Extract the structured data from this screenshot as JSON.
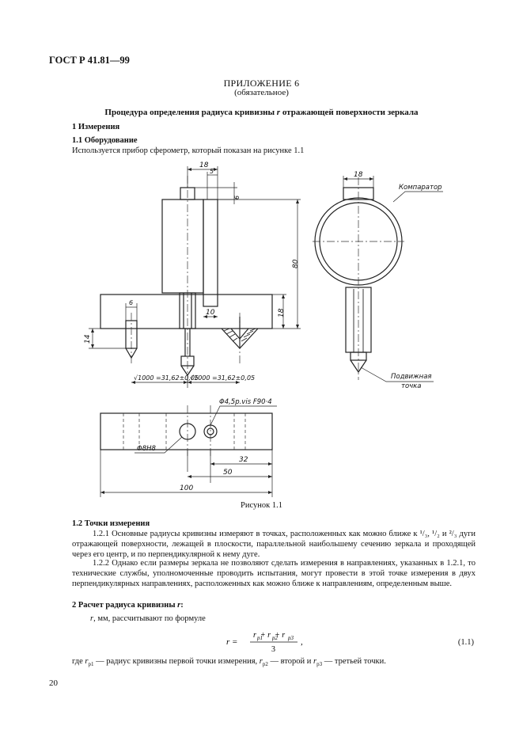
{
  "header": {
    "standard": "ГОСТ Р 41.81—99"
  },
  "appendix": {
    "title": "ПРИЛОЖЕНИЕ 6",
    "subtitle": "(обязательное)"
  },
  "procedure_title_pre": "Процедура определения радиуса кривизны ",
  "procedure_title_var": "r",
  "procedure_title_post": " отражающей поверхности зеркала",
  "section1": {
    "heading": "1 Измерения",
    "sub_heading": "1.1 Оборудование",
    "text": "Используется прибор сферометр, который показан на рисунке 1.1"
  },
  "figure": {
    "dim_18_top": "18",
    "dim_5": "5",
    "dim_6_top": "6",
    "dim_80": "80",
    "dim_18_side": "18",
    "dim_10": "10",
    "dim_6_left": "6",
    "dim_14": "14",
    "dim_sqrt_left": "√1000 =31,62±0,05",
    "dim_sqrt_right": "√1000 =31,62±0,05",
    "dim_18_right": "18",
    "label_comparator": "Компаратор",
    "label_moving_1": "Подвижная",
    "label_moving_2": "точка",
    "hole_small": "Φ4,5p.vis F90·4",
    "hole_large": "Φ8Н8",
    "dim_32": "32",
    "dim_50": "50",
    "dim_100": "100",
    "caption": "Рисунок 1.1"
  },
  "section12": {
    "heading": "1.2 Точки измерения",
    "p1": "1.2.1 Основные радиусы кривизны измеряют в точках, расположенных как можно ближе к ¹/₃, ¹/₂ и ²/₃ дуги отражающей поверхности, лежащей в плоскости, параллельной наибольшему сечению зеркала и проходящей через его центр, и по перпендикулярной к нему дуге.",
    "p2": "1.2.2 Однако если размеры зеркала не позволяют сделать измерения в направлениях, указанных в 1.2.1, то технические службы, уполномоченные проводить испытания, могут провести в этой точке измерения в двух перпендикулярных направлениях, расположенных как можно ближе к направлениям, определенным выше."
  },
  "section2": {
    "heading_pre": "2 Расчет радиуса кривизны ",
    "heading_var": "r",
    "heading_post": ":",
    "intro_var": "r",
    "intro_text": ", мм, рассчитывают по формуле",
    "formula_lhs": "r =",
    "formula_num": "r  + r  + r",
    "formula_sub1": "p1",
    "formula_sub2": "p2",
    "formula_sub3": "p3",
    "formula_den": "3",
    "formula_tail": ",",
    "eq_number": "(1.1)",
    "where_1": "где ",
    "where_r1": "r",
    "where_s1": "p1",
    "where_2": " — радиус кривизны первой точки измерения, ",
    "where_r2": "r",
    "where_s2": "p2",
    "where_3": " — второй и ",
    "where_r3": "r",
    "where_s3": "p3",
    "where_4": " — третьей точки."
  },
  "page_number": "20"
}
